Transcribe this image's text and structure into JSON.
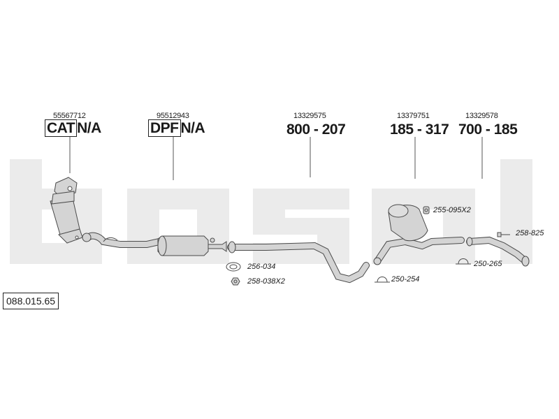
{
  "watermark": "bosal",
  "colors": {
    "watermark": "#ebebeb",
    "part_fill": "#d4d4d4",
    "part_stroke": "#4a4a4a",
    "text": "#1a1a1a"
  },
  "diagram_code": "088.015.65",
  "groups": [
    {
      "part_number": "55567712",
      "boxed": "CAT",
      "suffix": "N/A"
    },
    {
      "part_number": "95512943",
      "boxed": "DPF",
      "suffix": "N/A"
    },
    {
      "part_number": "13329575",
      "ref_left": "800",
      "ref_right": "207"
    },
    {
      "part_number": "13379751",
      "ref_left": "185",
      "ref_right": "317"
    },
    {
      "part_number": "13329578",
      "ref_left": "700",
      "ref_right": "185"
    }
  ],
  "fittings": [
    {
      "code": "256-034",
      "icon": "gasket-ring-icon"
    },
    {
      "code": "258-038X2",
      "icon": "nut-icon"
    },
    {
      "code": "255-095X2",
      "icon": "rubber-mount-icon"
    },
    {
      "code": "250-254",
      "icon": "pipe-clamp-icon"
    },
    {
      "code": "258-825",
      "icon": "bolt-icon"
    },
    {
      "code": "250-265",
      "icon": "pipe-clamp-icon"
    }
  ]
}
